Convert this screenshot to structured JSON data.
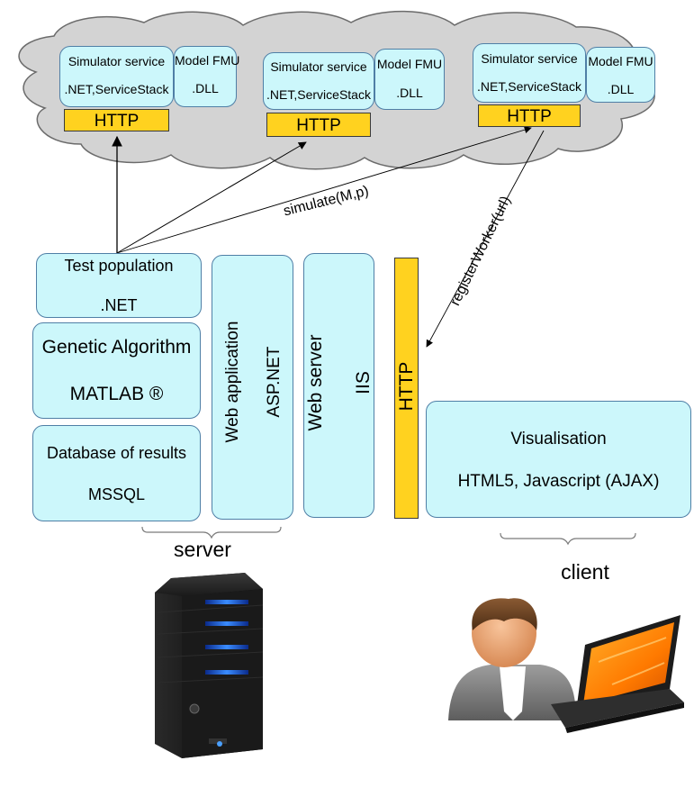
{
  "cloud": {
    "services": [
      {
        "simulator_title": "Simulator service",
        "simulator_tech": ".NET,ServiceStack",
        "fmu_title": "Model FMU",
        "fmu_ext": ".DLL",
        "http": "HTTP"
      },
      {
        "simulator_title": "Simulator service",
        "simulator_tech": ".NET,ServiceStack",
        "fmu_title": "Model FMU",
        "fmu_ext": ".DLL",
        "http": "HTTP"
      },
      {
        "simulator_title": "Simulator service",
        "simulator_tech": ".NET,ServiceStack",
        "fmu_title": "Model FMU",
        "fmu_ext": ".DLL",
        "http": "HTTP"
      }
    ]
  },
  "edges": {
    "simulate": "simulate(M,p)",
    "register": "registerWorker(url)"
  },
  "server_stack": {
    "test_population": {
      "title": "Test population",
      "tech": ".NET"
    },
    "genetic_algorithm": {
      "title": "Genetic Algorithm",
      "tech": "MATLAB ®"
    },
    "database": {
      "title": "Database of results",
      "tech": "MSSQL"
    },
    "web_application": {
      "title": "Web application",
      "tech": "ASP.NET"
    },
    "web_server": {
      "title": "Web server",
      "tech": "IIS"
    },
    "http_bar": "HTTP",
    "label": "server"
  },
  "client": {
    "visualisation": {
      "title": "Visualisation",
      "tech": "HTML5, Javascript (AJAX)"
    },
    "label": "client"
  },
  "colors": {
    "box_fill": "#ccf7fb",
    "box_border": "#4f7fa6",
    "http_fill": "#ffd21f",
    "cloud_fill": "#d3d3d3",
    "cloud_border": "#6b6b6b"
  }
}
